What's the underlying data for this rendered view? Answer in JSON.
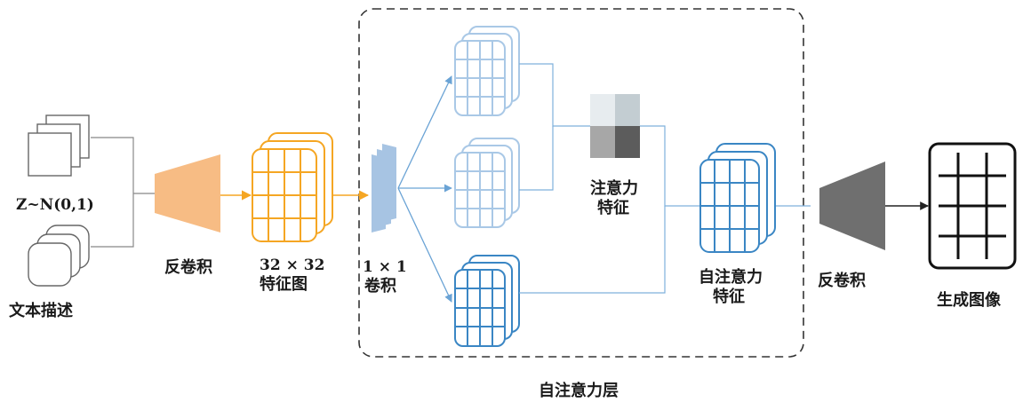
{
  "labels": {
    "noise": "Z~N(0,1)",
    "text_desc": "文本描述",
    "deconv1": "反卷积",
    "feat32_line1": "32 × 32",
    "feat32_line2": "特征图",
    "conv1x1_line1": "1 × 1",
    "conv1x1_line2": "卷积",
    "attn_feat_line1": "注意力",
    "attn_feat_line2": "特征",
    "self_attn_feat_line1": "自注意力",
    "self_attn_feat_line2": "特征",
    "deconv2": "反卷积",
    "output": "生成图像",
    "layer_caption": "自注意力层"
  },
  "colors": {
    "orange": "#f5a623",
    "orange_fill": "#f7bc84",
    "light_blue": "#a9c8e6",
    "mid_blue": "#3a86c4",
    "conv_blue": "#a7c4e3",
    "gray": "#707070",
    "line_gray": "#888888",
    "attn_cells": [
      "#e7ecef",
      "#c3cdd2",
      "#a7a7a7",
      "#5c5c5c"
    ]
  }
}
